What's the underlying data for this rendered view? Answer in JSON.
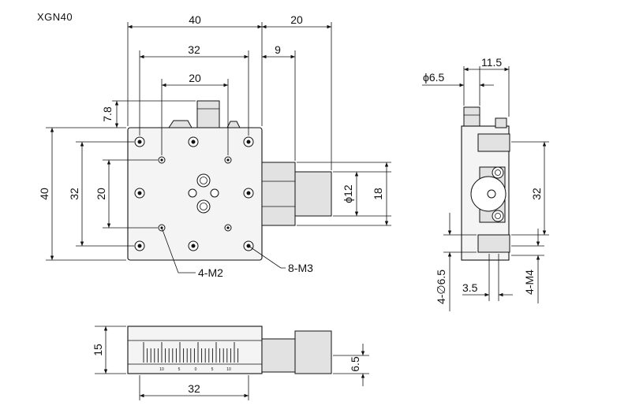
{
  "model": "XGN40",
  "top_view": {
    "width_label": "40",
    "offset_label": "20",
    "hole_span_label": "32",
    "knob_offset_label": "9",
    "inner_span_label": "20",
    "knob_height_label": "7.8",
    "height_label": "40",
    "hole_height_label": "32",
    "inner_height_label": "20",
    "shaft_dia_label": "ϕ12",
    "shaft_len_label": "18",
    "callout_m2": "4-M2",
    "callout_m3": "8-M3"
  },
  "side_view": {
    "dia_label": "ϕ6.5",
    "width_label": "11.5",
    "span_label": "32",
    "hole_label": "4-∅6.5",
    "small_offset_label": "3.5",
    "thread_label": "4-M4"
  },
  "front_view": {
    "height_label": "15",
    "span_label": "32",
    "low_label": "6.5",
    "scale_marks": [
      "10",
      "5",
      "0",
      "5",
      "10"
    ]
  }
}
